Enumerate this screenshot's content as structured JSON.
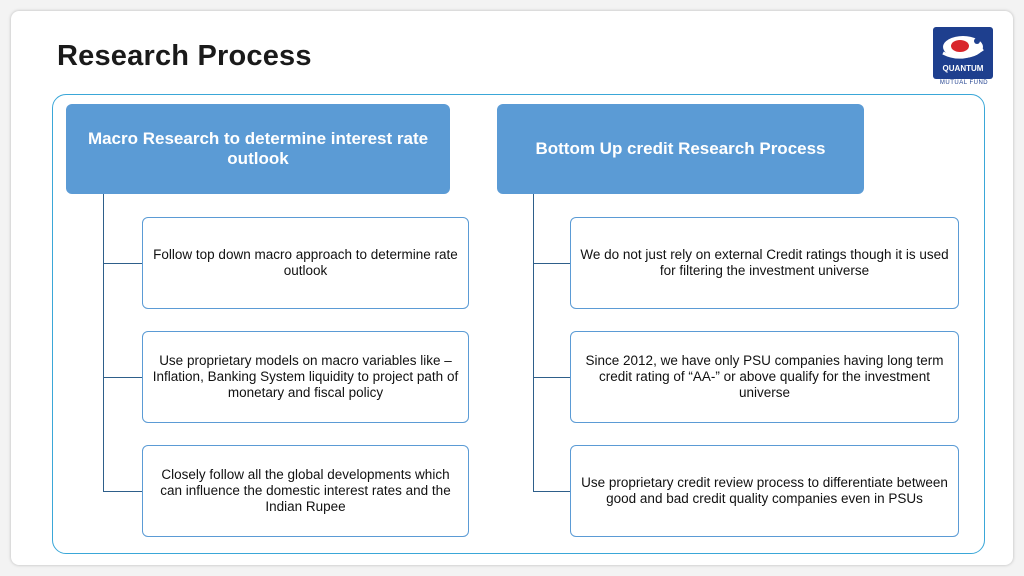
{
  "title": "Research Process",
  "logo": {
    "name": "QUANTUM",
    "sub": "MUTUAL FUND"
  },
  "colors": {
    "header_fill": "#5b9bd5",
    "frame_border": "#3aa7d8",
    "connector": "#2e5f8a",
    "logo_blue": "#1e3f8e"
  },
  "left": {
    "header": "Macro  Research to determine interest rate outlook",
    "items": [
      "Follow top down macro approach to determine rate outlook",
      "Use proprietary models on macro variables like – Inflation, Banking System liquidity to project path of monetary and fiscal policy",
      "Closely follow all the global developments which can influence the domestic interest rates and the Indian Rupee"
    ]
  },
  "right": {
    "header": "Bottom Up credit Research Process",
    "items": [
      "We do not just rely on external Credit ratings though it is used for filtering the investment universe",
      "Since 2012, we have only PSU companies having long term credit rating of “AA-” or above qualify for the investment universe",
      "Use proprietary credit review process to differentiate between good and bad credit quality companies even in PSUs"
    ]
  }
}
